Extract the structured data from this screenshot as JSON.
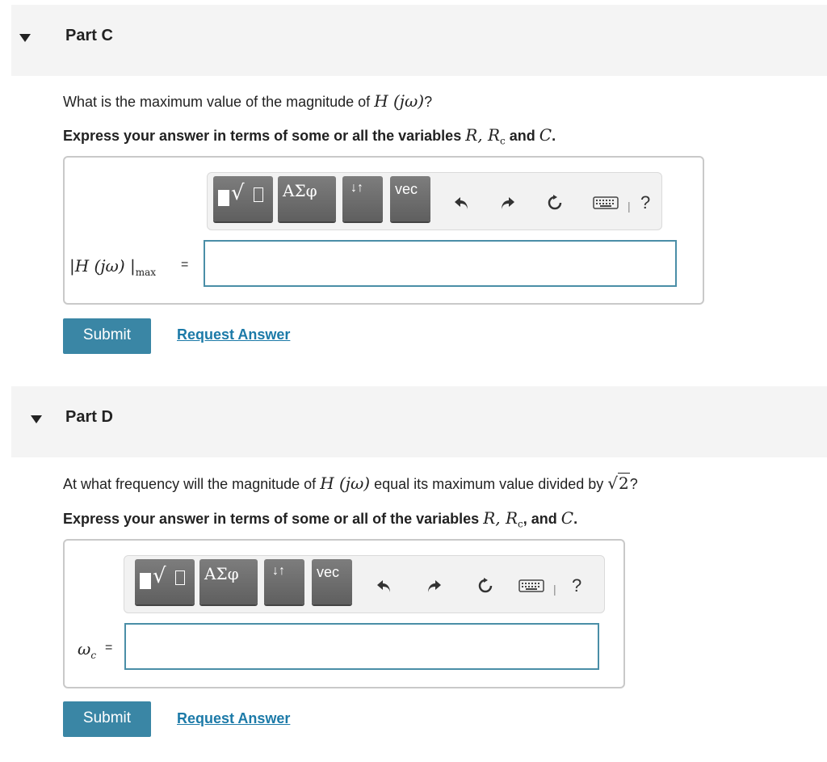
{
  "parts": [
    {
      "title": "Part C",
      "question_pre": "What is the maximum value of the magnitude of ",
      "question_math": "H (jω)",
      "question_post": "?",
      "instruction_pre": "Express your answer in terms of some or all the variables ",
      "instruction_vars": "R, R",
      "instruction_sub": "c",
      "instruction_and": " and ",
      "instruction_last": "C",
      "instruction_end": ".",
      "answer_label": "|H (jω) |",
      "answer_label_sub": "max",
      "equals": "=",
      "input_value": "",
      "submit_label": "Submit",
      "request_label": "Request Answer"
    },
    {
      "title": "Part D",
      "question_pre": "At what frequency will the magnitude of ",
      "question_math": "H (jω)",
      "question_mid": " equal its maximum value divided by ",
      "question_sqrt": "2",
      "question_post": "?",
      "instruction_pre": "Express your answer in terms of some or all of the variables ",
      "instruction_vars": "R, R",
      "instruction_sub": "c",
      "instruction_and": ", and ",
      "instruction_last": "C",
      "instruction_end": ".",
      "answer_label": "ω",
      "answer_label_sub": "c",
      "equals": "=",
      "input_value": "",
      "submit_label": "Submit",
      "request_label": "Request Answer"
    }
  ],
  "toolbar": {
    "greek_label": "ΑΣφ",
    "arrows_label": "↓↑",
    "vec_label": "vec",
    "help_label": "?",
    "separator": "|"
  },
  "colors": {
    "accent": "#3a86a5",
    "link": "#1c7aa8",
    "header_bg": "#f4f4f4",
    "input_border": "#4a8ea7"
  }
}
